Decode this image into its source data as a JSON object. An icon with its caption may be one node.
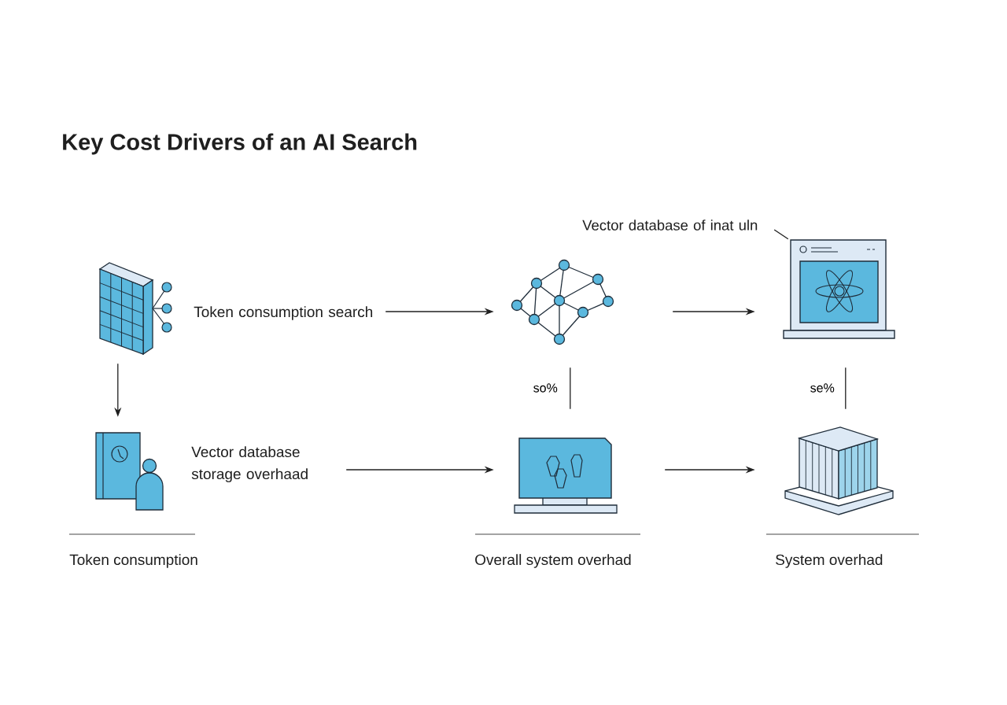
{
  "diagram": {
    "title": "Key Cost Drivers of an AI Search",
    "nodes": [
      {
        "text": [
          "Token consumption search"
        ]
      },
      {
        "text": [],
        "shape": "picture"
      },
      {
        "text": [],
        "shape": "picture"
      },
      {
        "text": [
          "Vector database storage overhaad"
        ]
      },
      {
        "text": [],
        "shape": "picture"
      },
      {
        "text": [],
        "shape": "picture"
      },
      {
        "text": [
          "Vector database of inat uln"
        ]
      }
    ],
    "edges": [
      {
        "from": 0,
        "to": 1,
        "arrow": "to"
      },
      {
        "from": 1,
        "to": 2,
        "arrow": "to"
      },
      {
        "from": 0,
        "to": 3,
        "arrow": "to"
      },
      {
        "from": 3,
        "to": 4,
        "arrow": "to"
      },
      {
        "from": 4,
        "to": 5,
        "arrow": "to"
      },
      {
        "from": 1,
        "to": 4,
        "arrow": "none",
        "label": "so%"
      },
      {
        "from": 2,
        "to": 5,
        "arrow": "none",
        "label": "se%"
      },
      {
        "from": 6,
        "to": 2,
        "arrow": "none"
      }
    ],
    "labels": [
      "Token consumption",
      "Overall system overhad",
      "System overhad"
    ]
  }
}
